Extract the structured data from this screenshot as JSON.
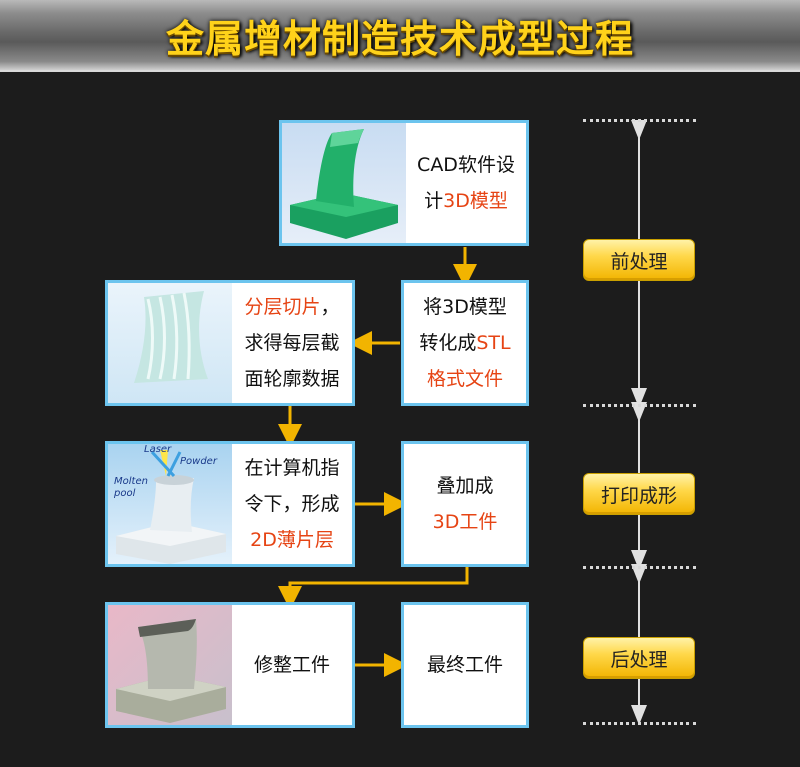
{
  "title": "金属增材制造技术成型过程",
  "steps": {
    "cad": {
      "line1": "CAD软件设",
      "line2_plain": "计",
      "line2_red": "3D模型"
    },
    "convert": {
      "line1": "将3D模型",
      "line2_plain": "转化成",
      "line2_red": "STL",
      "line3_red": "格式文件"
    },
    "slice": {
      "line1_red": "分层切片",
      "line1_plain": "，",
      "line2": "求得每层截",
      "line3": "面轮廓数据"
    },
    "print": {
      "line1": "在计算机指",
      "line2": "令下，形成",
      "line3_red": "2D薄片层"
    },
    "stack": {
      "line1": "叠加成",
      "line2_red": "3D工件"
    },
    "trim": {
      "line1": "修整工件"
    },
    "final": {
      "line1": "最终工件"
    }
  },
  "image_labels": {
    "laser": "Laser",
    "powder": "Powder",
    "molten1": "Molten",
    "molten2": "pool"
  },
  "phases": [
    {
      "label": "前处理"
    },
    {
      "label": "打印成形"
    },
    {
      "label": "后处理"
    }
  ],
  "colors": {
    "accent_red": "#e64414",
    "box_border": "#6cc4ee",
    "arrow": "#f2b400",
    "title": "#ffd21a"
  }
}
